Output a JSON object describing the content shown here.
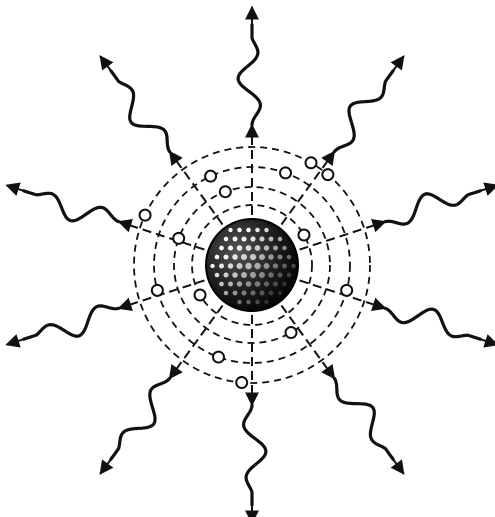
{
  "figure": {
    "ink_color": "#111111",
    "background_color": "#ffffff",
    "nucleus": {
      "label": ""
    },
    "radiation_ray_count": 10,
    "orbit_count": 4,
    "electron_count": 14
  }
}
